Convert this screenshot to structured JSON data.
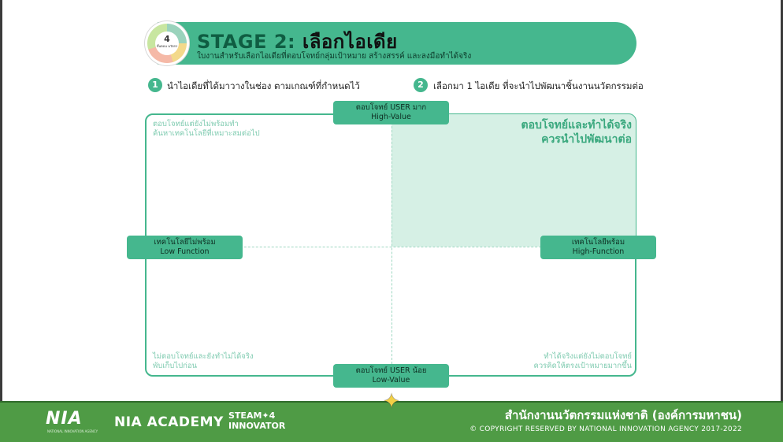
{
  "header": {
    "logo_number": "4",
    "logo_text": "ขั้นตอน นวัตกร",
    "stage_label": "STAGE 2:",
    "title": "เลือกไอเดีย",
    "subtitle": "ใบงานสำหรับเลือกไอเดียที่ตอบโจทย์กลุ่มเป้าหมาย สร้างสรรค์ และลงมือทำได้จริง"
  },
  "steps": [
    {
      "number": "1",
      "text": "นำไอเดียที่ได้มาวางในช่อง ตามเกณฑ์ที่กำหนดไว้"
    },
    {
      "number": "2",
      "text": "เลือกมา 1 ไอเดีย ที่จะนำไปพัฒนาชิ้นงานนวัตกรรมต่อ"
    }
  ],
  "axes": {
    "top": {
      "line1": "ตอบโจทย์ USER มาก",
      "line2": "High-Value"
    },
    "bottom": {
      "line1": "ตอบโจทย์ USER น้อย",
      "line2": "Low-Value"
    },
    "left": {
      "line1": "เทคโนโลยีไม่พร้อม",
      "line2": "Low Function"
    },
    "right": {
      "line1": "เทคโนโลยีพร้อม",
      "line2": "High-Function"
    }
  },
  "quadrants": {
    "top_left": {
      "line1": "ตอบโจทย์แต่ยังไม่พร้อมทำ",
      "line2": "ค้นหาเทคโนโลยีที่เหมาะสมต่อไป"
    },
    "top_right": {
      "line1": "ตอบโจทย์และทำได้จริง",
      "line2": "ควรนำไปพัฒนาต่อ"
    },
    "bottom_left": {
      "line1": "ไม่ตอบโจทย์และยังทำไม่ได้จริง",
      "line2": "พับเก็บไปก่อน"
    },
    "bottom_right": {
      "line1": "ทำได้จริงแต่ยังไม่ตอบโจทย์",
      "line2": "ควรคิดให้ตรงเป้าหมายมากขึ้น"
    }
  },
  "footer": {
    "logo_nia": "NIA",
    "logo_nia_sub": "NATIONAL INNOVATION AGENCY",
    "logo_academy": "NIA ACADEMY",
    "logo_steam_line1": "STEAM✦4",
    "logo_steam_line2": "INNOVATOR",
    "agency_name": "สำนักงานนวัตกรรมแห่งชาติ (องค์การมหาชน)",
    "copyright": "© COPYRIGHT RESERVED BY NATIONAL INNOVATION AGENCY 2017-2022"
  },
  "colors": {
    "accent": "#45b78e",
    "highlight": "#d6f0e5",
    "footer": "#4f9b45",
    "star": "#f3d045"
  },
  "icons": {
    "footer_divider": "star-icon"
  }
}
